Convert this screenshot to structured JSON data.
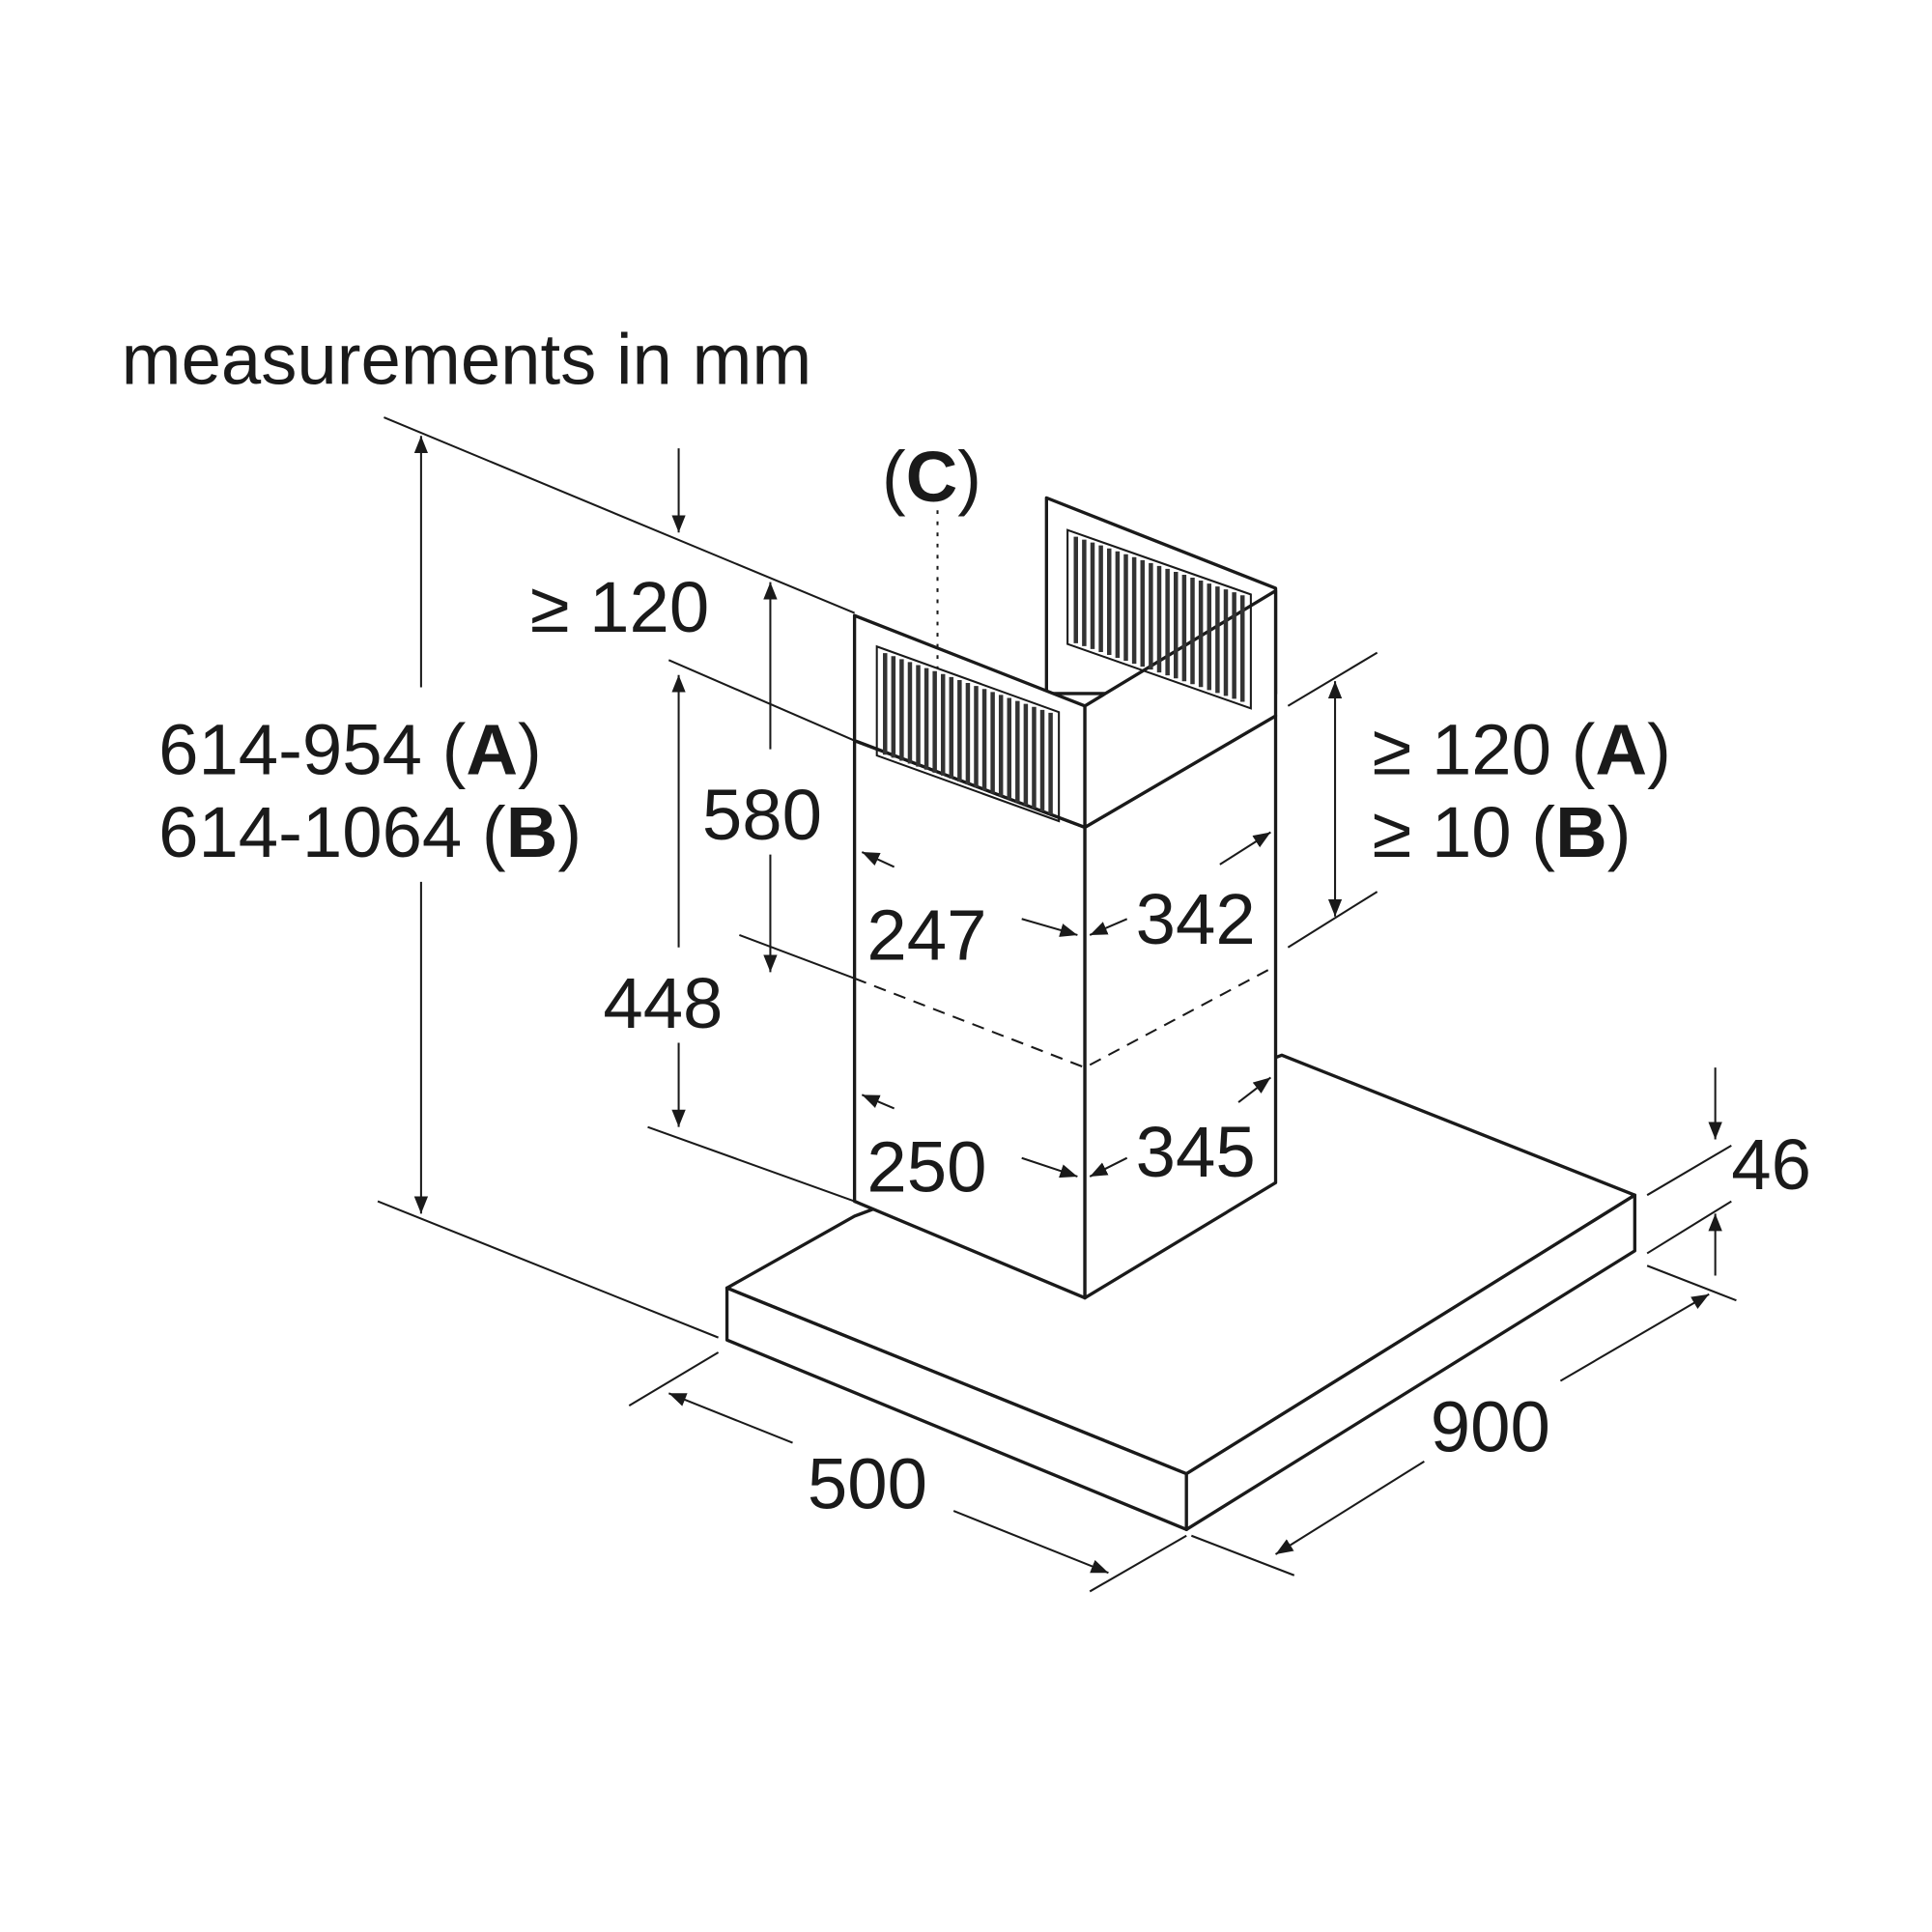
{
  "title": "measurements in mm",
  "labels": {
    "c_label_open": "(",
    "c_label_letter": "C",
    "c_label_close": ")",
    "overall_height_a": "614-954 (",
    "overall_height_a_letter": "A",
    "overall_height_a_close": ")",
    "overall_height_b": "614-1064 (",
    "overall_height_b_letter": "B",
    "overall_height_b_close": ")",
    "top_clearance": "≥ 120",
    "chimney_upper": "580",
    "chimney_lower": "448",
    "right_clearance_a": "≥ 120 (",
    "right_clearance_a_letter": "A",
    "right_clearance_a_close": ")",
    "right_clearance_b": "≥ 10 (",
    "right_clearance_b_letter": "B",
    "right_clearance_b_close": ")",
    "upper_depth": "247",
    "upper_width": "342",
    "lower_depth": "250",
    "lower_width": "345",
    "canopy_height": "46",
    "canopy_depth": "500",
    "canopy_width": "900"
  },
  "colors": {
    "line": "#1a1a1a",
    "background": "#ffffff"
  }
}
